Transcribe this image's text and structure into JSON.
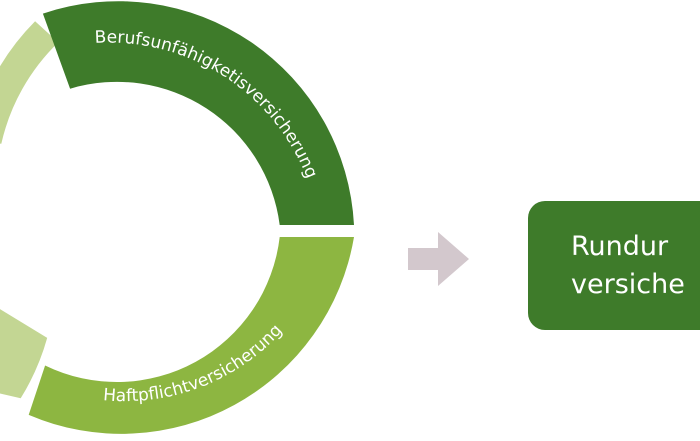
{
  "diagram": {
    "segments": [
      {
        "label": "",
        "color": "#c3d693"
      },
      {
        "label": "Berufsunfähigketisversicherung",
        "color": "#3e7b2a"
      },
      {
        "label": "Haftpflichtversicherung",
        "color": "#8db641"
      },
      {
        "label": "",
        "color": "#c3d693"
      }
    ],
    "arrow_color": "#d3c8cd",
    "result": {
      "line1": "Rundur",
      "line2": "versiche",
      "color": "#3e7b2a"
    }
  }
}
